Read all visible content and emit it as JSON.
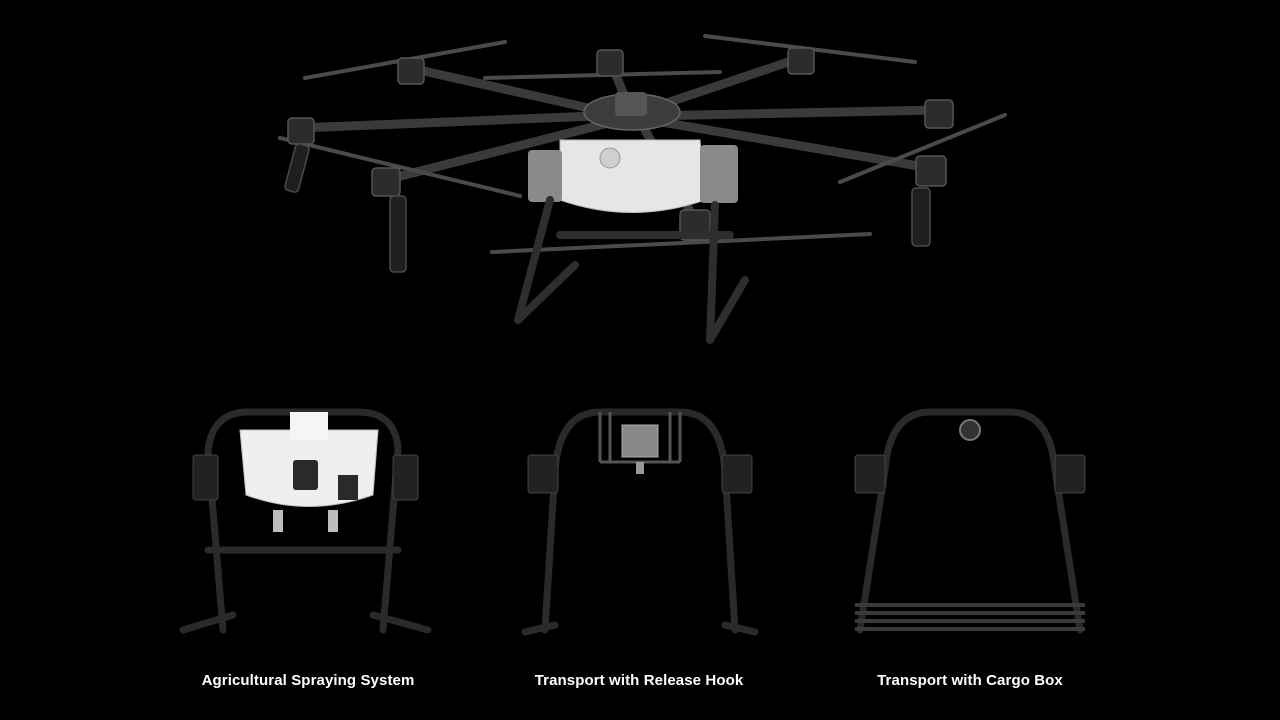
{
  "captions": {
    "spraying": "Agricultural Spraying System",
    "release_hook": "Transport with Release Hook",
    "cargo_box": "Transport with Cargo Box"
  },
  "colors": {
    "background": "#000000",
    "frame": "#2a2a2a",
    "frame_highlight": "#5a5a5a",
    "tank": "#e8e8e8",
    "caption_text": "#ffffff"
  }
}
